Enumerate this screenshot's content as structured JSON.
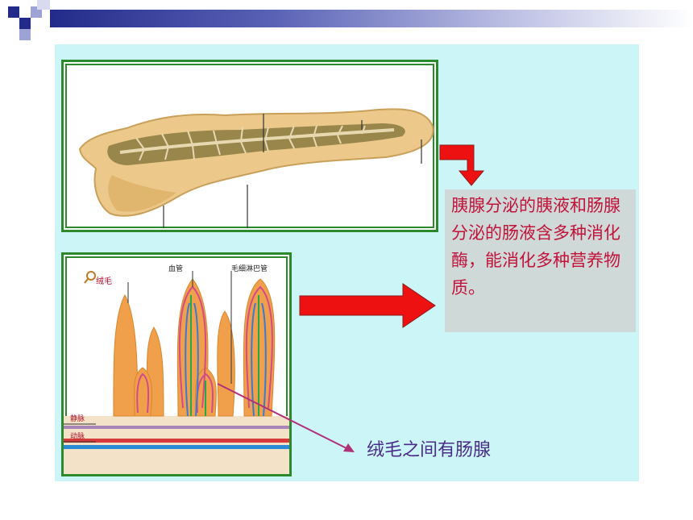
{
  "slide": {
    "description_text": "胰腺分泌的胰液和肠腺分泌的肠液含多种消化酶，能消化多种营养物质。",
    "caption": "绒毛之间有肠腺"
  },
  "villi_figure": {
    "label_villus": "绒毛",
    "label_blood_vessel": "血管",
    "label_lymph": "毛细淋巴管",
    "label_vein": "静脉",
    "label_artery": "动脉"
  },
  "colors": {
    "panel_bg": "#ccf5f7",
    "frame_green": "#2c8a2c",
    "arrow_red": "#ee1111",
    "text_red": "#c2123a",
    "caption_purple": "#4a2a8a",
    "pointer_magenta": "#b0307a"
  }
}
